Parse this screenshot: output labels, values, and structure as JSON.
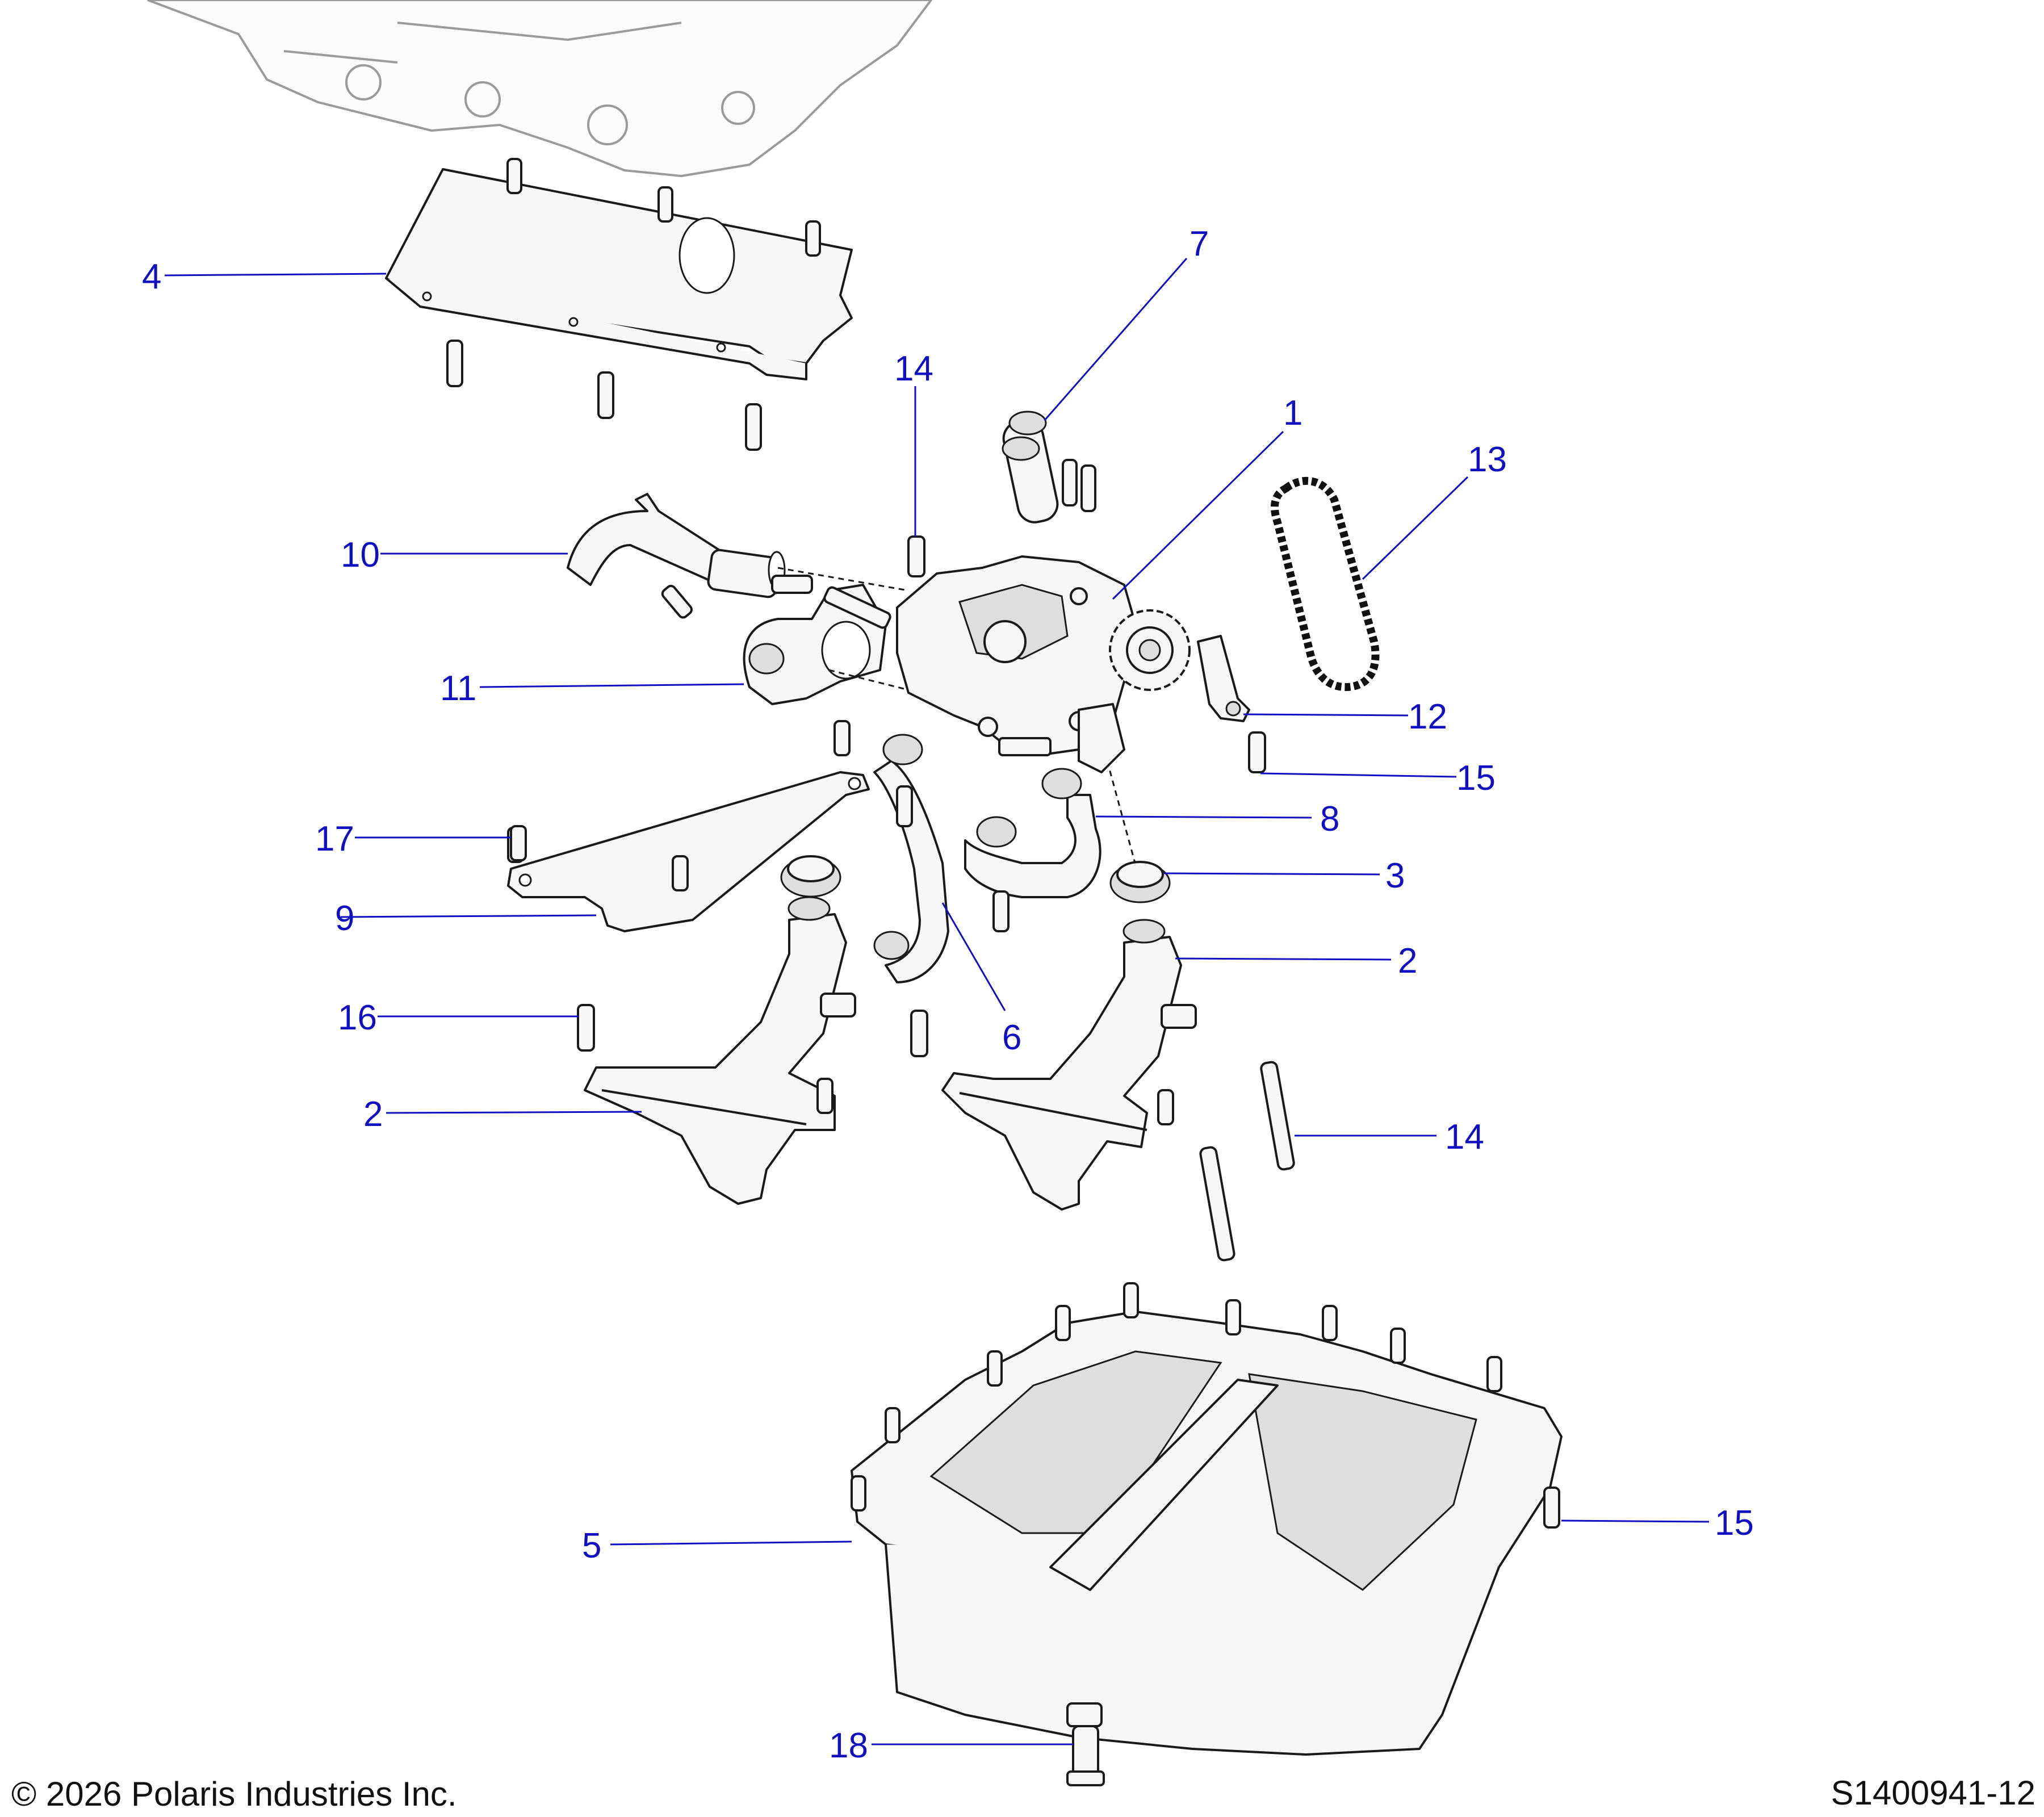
{
  "callouts": [
    {
      "id": "c4",
      "label": "4"
    },
    {
      "id": "c7",
      "label": "7"
    },
    {
      "id": "c14a",
      "label": "14"
    },
    {
      "id": "c1",
      "label": "1"
    },
    {
      "id": "c13",
      "label": "13"
    },
    {
      "id": "c10",
      "label": "10"
    },
    {
      "id": "c11",
      "label": "11"
    },
    {
      "id": "c12",
      "label": "12"
    },
    {
      "id": "c15a",
      "label": "15"
    },
    {
      "id": "c8",
      "label": "8"
    },
    {
      "id": "c17",
      "label": "17"
    },
    {
      "id": "c3",
      "label": "3"
    },
    {
      "id": "c9",
      "label": "9"
    },
    {
      "id": "c2a",
      "label": "2"
    },
    {
      "id": "c16",
      "label": "16"
    },
    {
      "id": "c6",
      "label": "6"
    },
    {
      "id": "c2b",
      "label": "2"
    },
    {
      "id": "c14b",
      "label": "14"
    },
    {
      "id": "c5",
      "label": "5"
    },
    {
      "id": "c15b",
      "label": "15"
    },
    {
      "id": "c18",
      "label": "18"
    }
  ],
  "footer": {
    "copyright": "© 2026 Polaris Industries Inc.",
    "diagram_id": "S1400941-12"
  }
}
